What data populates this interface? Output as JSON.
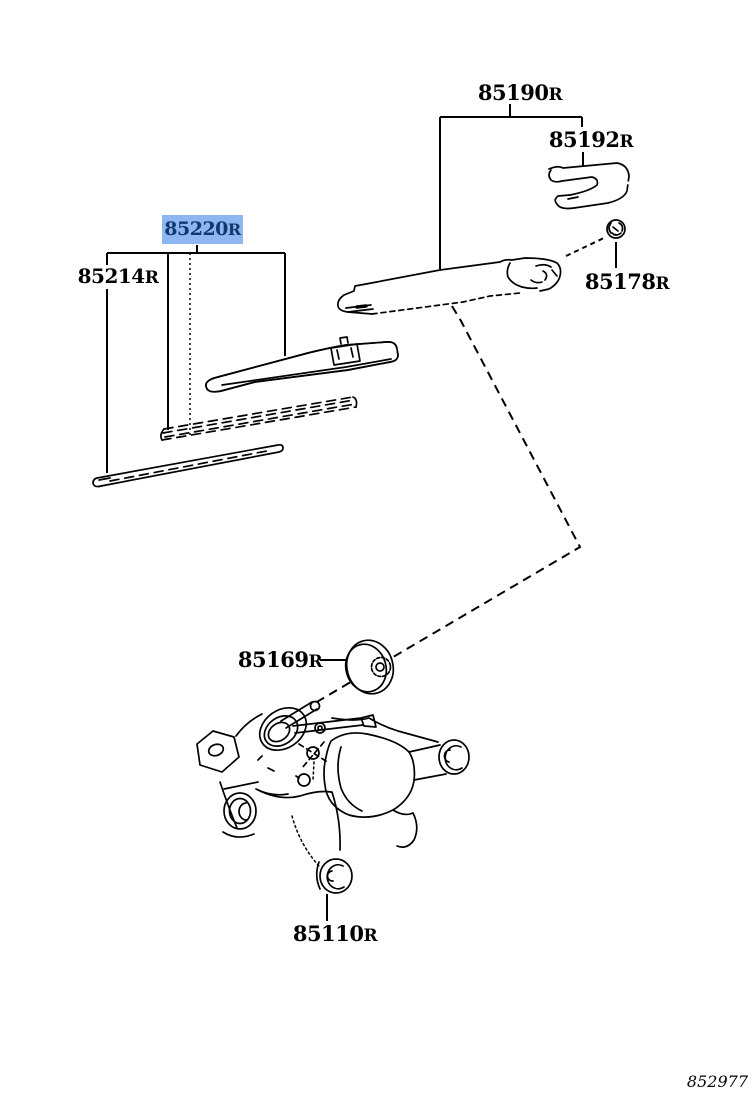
{
  "colors": {
    "ink": "#000000",
    "paper": "#ffffff",
    "highlight_bg": "#8db6f2",
    "highlight_text": "#12386f"
  },
  "footer": {
    "drawing_code": "852977"
  },
  "parts": {
    "p85190": {
      "code": "85190R",
      "num": "85190",
      "suffix": "R",
      "highlighted": false
    },
    "p85192": {
      "code": "85192R",
      "num": "85192",
      "suffix": "R",
      "highlighted": false
    },
    "p85178": {
      "code": "85178R",
      "num": "85178",
      "suffix": "R",
      "highlighted": false
    },
    "p85220": {
      "code": "85220R",
      "num": "85220",
      "suffix": "R",
      "highlighted": true
    },
    "p85214": {
      "code": "85214R",
      "num": "85214",
      "suffix": "R",
      "highlighted": false
    },
    "p85169": {
      "code": "85169R",
      "num": "85169",
      "suffix": "R",
      "highlighted": false
    },
    "p85110": {
      "code": "85110R",
      "num": "85110",
      "suffix": "R",
      "highlighted": false
    }
  }
}
